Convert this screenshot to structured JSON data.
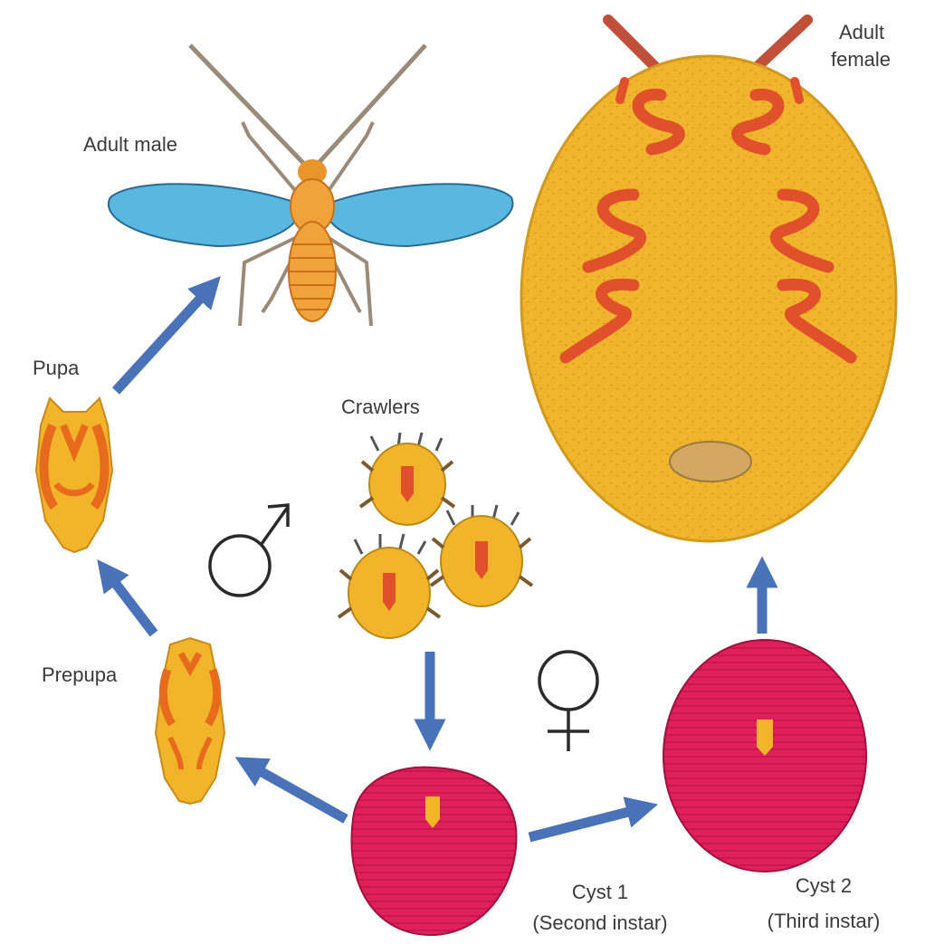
{
  "labels": {
    "adult_male": "Adult male",
    "adult_female_line1": "Adult",
    "adult_female_line2": "female",
    "pupa": "Pupa",
    "crawlers": "Crawlers",
    "prepupa": "Prepupa",
    "cyst1_line1": "Cyst 1",
    "cyst1_line2": "(Second instar)",
    "cyst2_line1": "Cyst 2",
    "cyst2_line2": "(Third instar)"
  },
  "symbols": {
    "male": "male-symbol",
    "female": "female-symbol"
  },
  "colors": {
    "arrow": "#4a72b8",
    "yellow": "#f2b42a",
    "orange": "#e86a1c",
    "cyst_magenta": "#e0205a",
    "wing_blue": "#5ab8e0",
    "symbol_stroke": "#2a2a2a"
  }
}
